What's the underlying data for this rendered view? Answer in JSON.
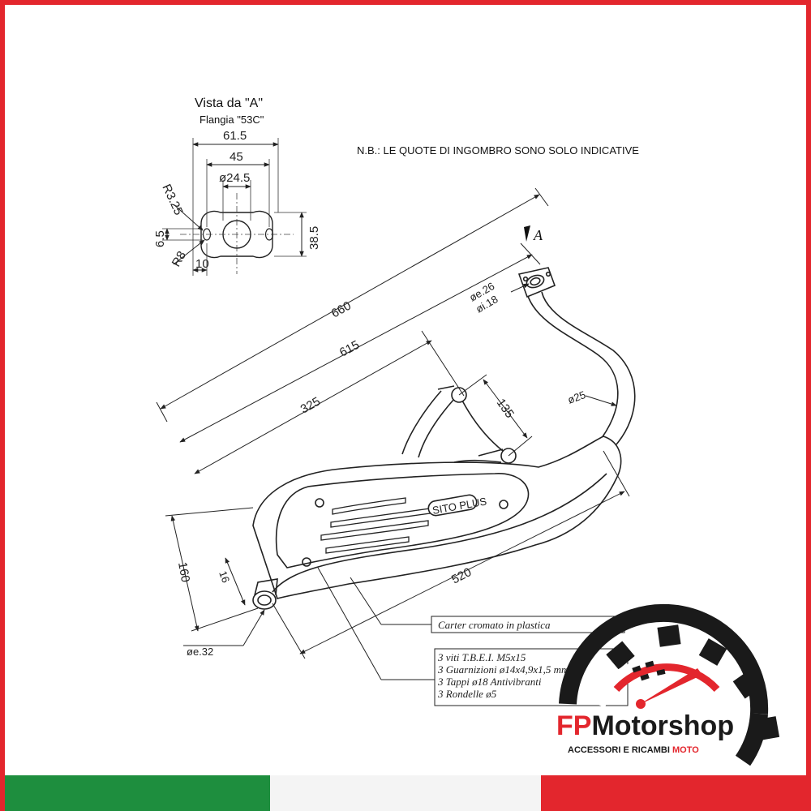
{
  "flange_view": {
    "title": "Vista da \"A\"",
    "subtitle": "Flangia \"53C\"",
    "dims": {
      "width_outer": "61.5",
      "hole_spacing": "45",
      "bore": "ø24.5",
      "radius_small": "R3.25",
      "hole": "6.5",
      "radius_large": "R8",
      "offset": "10",
      "height": "38.5"
    }
  },
  "note": "N.B.: LE QUOTE DI INGOMBRO SONO SOLO INDICATIVE",
  "view_marker": "A",
  "dimensions": {
    "overall_length": "660",
    "length_615": "615",
    "length_325": "325",
    "bracket_135": "135",
    "pipe_diameter": "ø25",
    "inlet_outer": "øe.26",
    "inlet_inner": "øi.18",
    "height_160": "160",
    "tail_16": "16",
    "outlet_outer": "øe.32",
    "body_520": "520"
  },
  "badge_text": "SITO PLUS",
  "callouts": {
    "cover": "Carter cromato in plastica",
    "hardware": [
      "3 viti T.B.E.I. M5x15",
      "3 Guarnizioni ø14x4,9x1,5 mm",
      "3 Tappi ø18 Antivibranti",
      "3 Rondelle ø5"
    ]
  },
  "brand": {
    "name_fp": "FP",
    "name_rest": "Motorshop",
    "tagline_main": "ACCESSORI E RICAMBI ",
    "tagline_accent": "MOTO",
    "color_red": "#e3262d",
    "color_dark": "#1a1a1a"
  },
  "flag_colors": [
    "#1e8e3e",
    "#f4f4f4",
    "#e3262d"
  ]
}
